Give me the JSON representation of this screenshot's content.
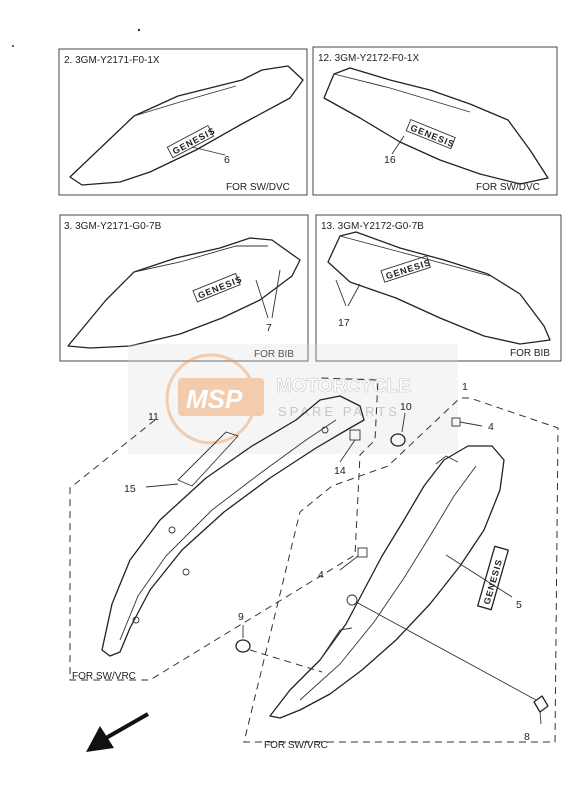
{
  "panels": [
    {
      "code": "2. 3GM-Y2171-F0-1X",
      "variant": "FOR SW/DVC",
      "callout": "6"
    },
    {
      "code": "12. 3GM-Y2172-F0-1X",
      "variant": "FOR SW/DVC",
      "callout": "16"
    },
    {
      "code": "3. 3GM-Y2171-G0-7B",
      "variant": "FOR BIB",
      "callout": "7"
    },
    {
      "code": "13. 3GM-Y2172-G0-7B",
      "variant": "FOR BIB",
      "callout": "17"
    }
  ],
  "emblem_text": "GENESIS",
  "watermark": {
    "line1": "MOTORCYCLE",
    "line2": "SPARE PARTS",
    "logo": "MSP"
  },
  "lower": {
    "left_group_label": "FOR SW/VRC",
    "right_group_label": "FOR SW/VRC",
    "callouts": [
      "11",
      "15",
      "14",
      "10",
      "1",
      "4",
      "4",
      "5",
      "9",
      "8"
    ]
  },
  "colors": {
    "ink": "#222222",
    "watermark_orange": "#e9a46a",
    "watermark_grey": "#9a9a9a"
  }
}
